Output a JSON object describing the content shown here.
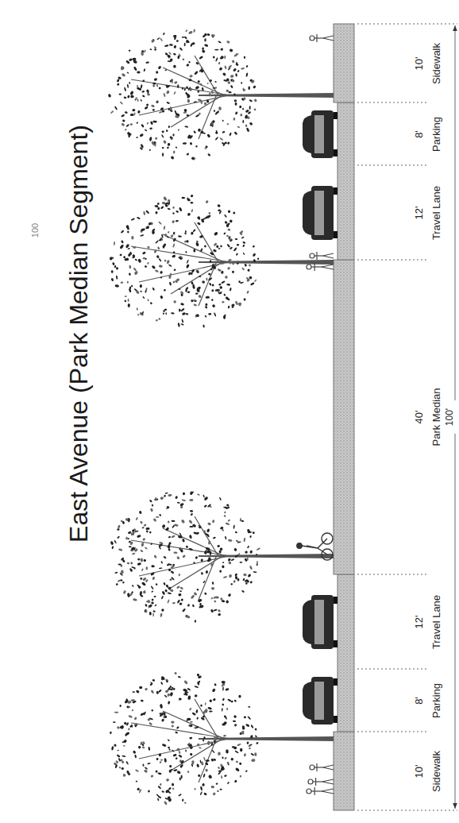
{
  "diagram": {
    "title": "East Avenue (Park Median Segment)",
    "labels": [
      "100",
      "10'",
      "Sidewalk",
      "8'",
      "Parking",
      "12'",
      "Travel Lane",
      "40'",
      "Park Median",
      "100'",
      "12'",
      "Travel Lane",
      "8'",
      "Parking",
      "10'",
      "Sidewalk"
    ]
  }
}
